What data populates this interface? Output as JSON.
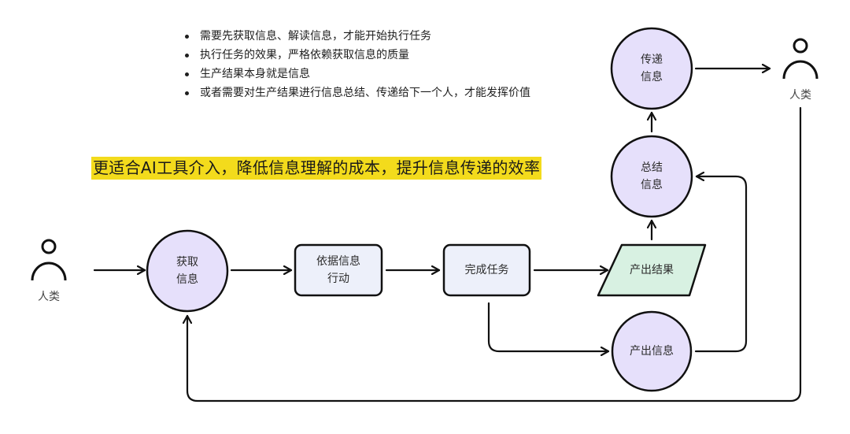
{
  "notes": [
    "需要先获取信息、解读信息，才能开始执行任务",
    "执行任务的效果，严格依赖获取信息的质量",
    "生产结果本身就是信息",
    "或者需要对生产结果进行信息总结、传递给下一个人，才能发挥价值"
  ],
  "highlight": "更适合AI工具介入，降低信息理解的成本，提升信息传递的效率",
  "actors": {
    "left": "人类",
    "right": "人类"
  },
  "nodes": {
    "acquire": [
      "获取",
      "信息"
    ],
    "act": [
      "依据信息",
      "行动"
    ],
    "complete": "完成任务",
    "result": "产出结果",
    "output_info": "产出信息",
    "summarize": [
      "总结",
      "信息"
    ],
    "transfer": [
      "传递",
      "信息"
    ]
  },
  "colors": {
    "circle_fill": "#e6e0fb",
    "box_fill": "#edf0fa",
    "result_fill": "#d8f1e2",
    "highlight": "#f3db1c",
    "stroke": "#111111"
  }
}
